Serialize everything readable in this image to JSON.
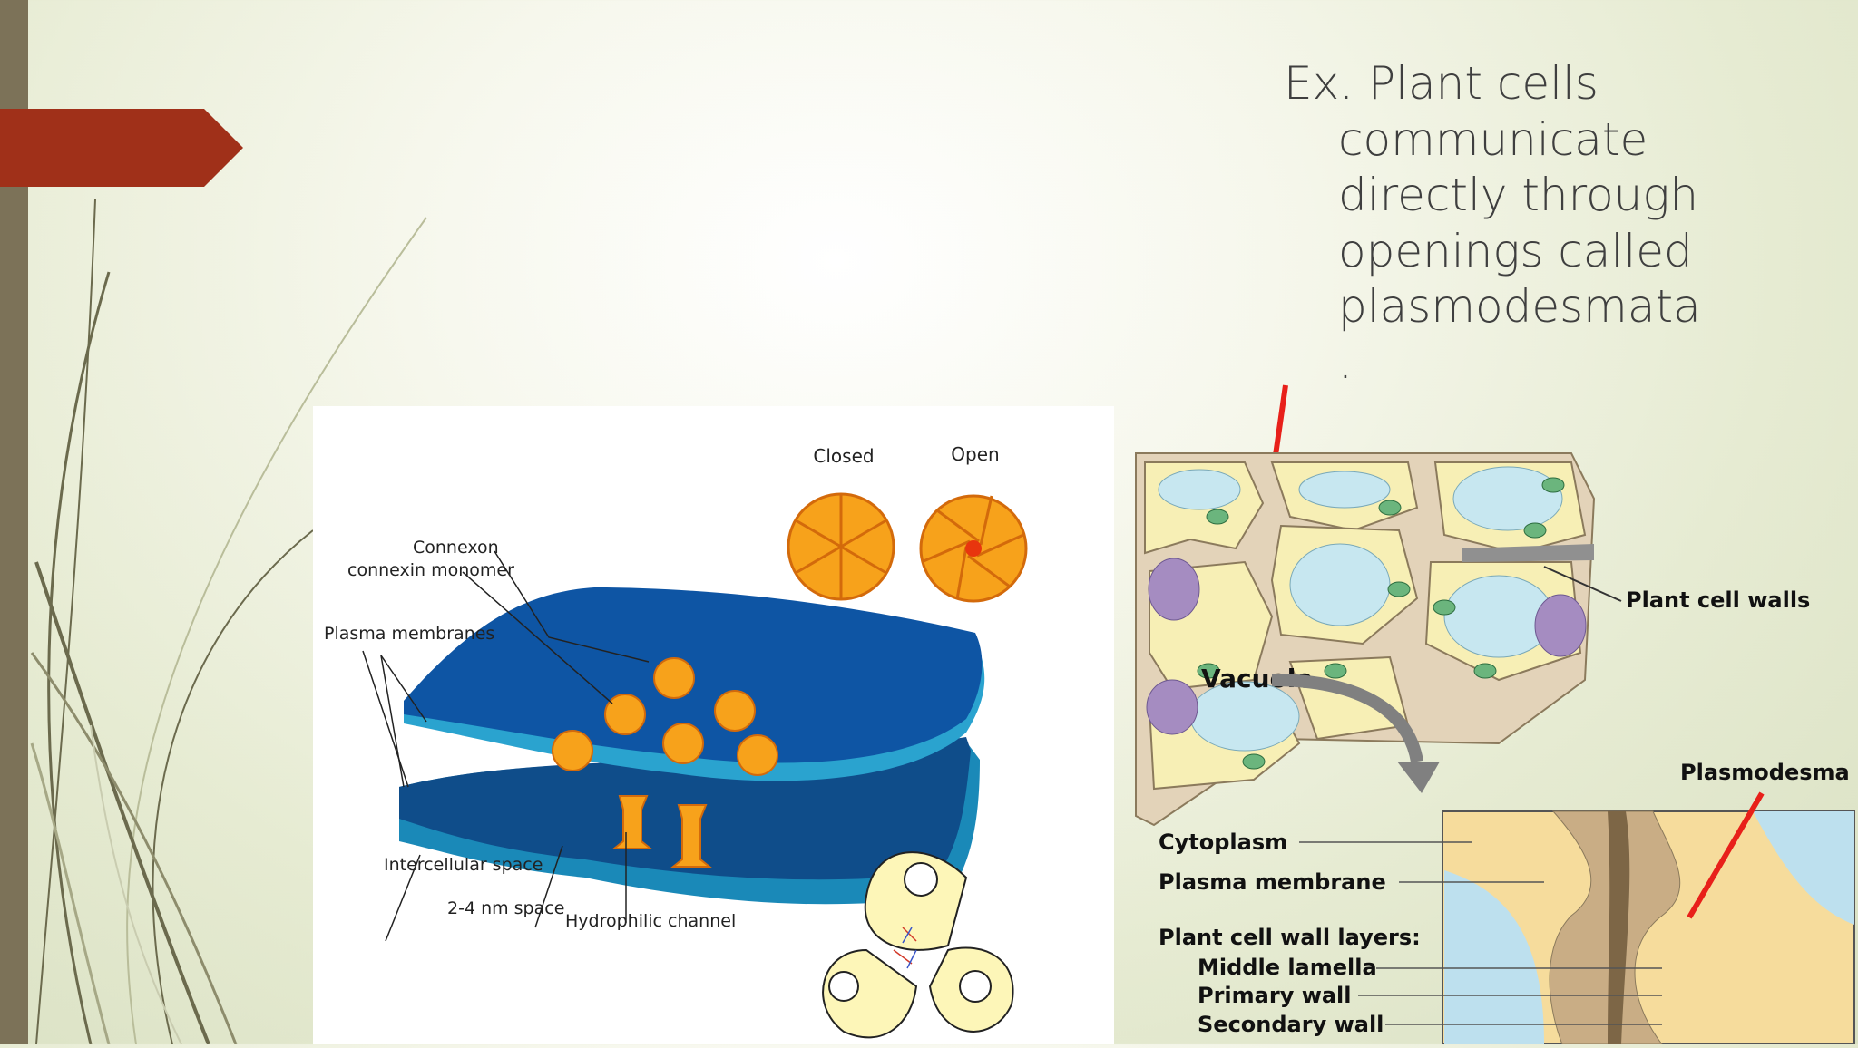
{
  "slide": {
    "title_lines": [
      "Ex. Plant cells",
      "communicate",
      "directly through",
      "openings called",
      "plasmodesmata",
      "."
    ],
    "accent_color": "#a03019",
    "sidebar_color": "#7c7258"
  },
  "gap_junction_diagram": {
    "label_closed": "Closed",
    "label_open": "Open",
    "label_connexon": "Connexon",
    "label_connexin": "connexin monomer",
    "label_plasma_membranes": "Plasma membranes",
    "label_intercellular": "Intercellular space",
    "label_nm_space": "2-4 nm space",
    "label_channel": "Hydrophilic channel"
  },
  "plant_cell_diagram": {
    "label_walls": "Plant cell walls",
    "label_vacuole": "Vacuole",
    "label_plasmodesma": "Plasmodesma",
    "label_cytoplasm": "Cytoplasm",
    "label_plasma_membrane": "Plasma membrane",
    "label_wall_layers": "Plant cell wall layers:",
    "label_middle_lamella": "Middle lamella",
    "label_primary_wall": "Primary wall",
    "label_secondary_wall": "Secondary wall"
  }
}
